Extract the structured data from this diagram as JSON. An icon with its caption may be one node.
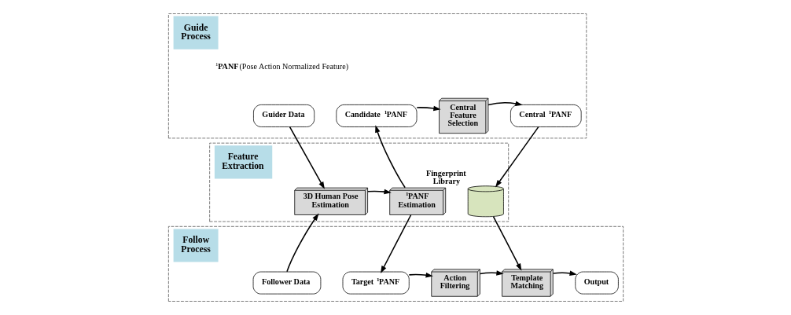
{
  "diagram": {
    "nodes": [
      {
        "text": [
          "Guide Process"
        ]
      },
      {
        "text": [
          "Guider Data"
        ],
        "in": 0
      },
      {
        "text": [
          "Candidate $^{1}$PANF"
        ],
        "in": 0
      },
      {
        "text": [
          "Central Feature Selection"
        ],
        "in": 0
      },
      {
        "text": [
          "Central $^{1}$PANF"
        ],
        "in": 0
      },
      {
        "text": [
          "Feature Extraction"
        ]
      },
      {
        "text": [
          "3D Human Pose Estimation"
        ],
        "in": 5
      },
      {
        "text": [
          "$^{1}$PANF Estimation"
        ],
        "in": 5
      },
      {
        "text": [],
        "shape": "cylinder",
        "beside": [
          "Fingerprint Library"
        ],
        "in": 5
      },
      {
        "text": [
          "Follow Process"
        ]
      },
      {
        "text": [
          "Follower Data"
        ],
        "in": 9
      },
      {
        "text": [
          "Target $^{1}$PANF"
        ],
        "in": 9
      },
      {
        "text": [
          "Action Filtering"
        ],
        "in": 9
      },
      {
        "text": [
          "Template Matching"
        ],
        "in": 9
      },
      {
        "text": [
          "Output"
        ],
        "in": 9
      }
    ],
    "edges": [
      {
        "from": 1,
        "to": 6,
        "arrow": "to"
      },
      {
        "from": 10,
        "to": 6,
        "arrow": "to"
      },
      {
        "from": 6,
        "to": 7,
        "arrow": "to"
      },
      {
        "from": 7,
        "to": 2,
        "arrow": "to"
      },
      {
        "from": 2,
        "to": 3,
        "arrow": "to"
      },
      {
        "from": 3,
        "to": 4,
        "arrow": "to"
      },
      {
        "from": 4,
        "to": 8,
        "arrow": "to"
      },
      {
        "from": 7,
        "to": 11,
        "arrow": "to"
      },
      {
        "from": 11,
        "to": 12,
        "arrow": "to"
      },
      {
        "from": 12,
        "to": 13,
        "arrow": "to"
      },
      {
        "from": 8,
        "to": 13,
        "arrow": "to"
      },
      {
        "from": 13,
        "to": 14,
        "arrow": "to"
      }
    ],
    "labels": [
      "$^{1}$**PANF**(Pose Action Normalized Feature)"
    ]
  }
}
